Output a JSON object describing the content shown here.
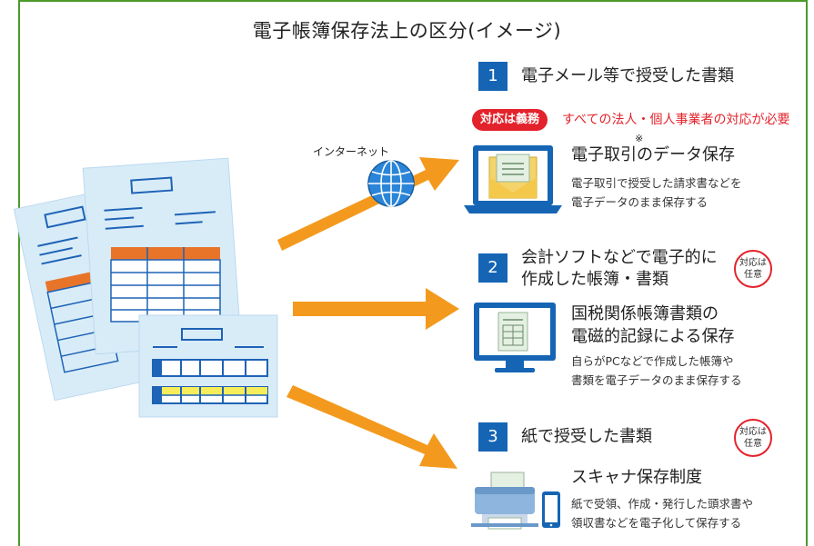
{
  "title": "電子帳簿保存法上の区分(イメージ)",
  "internet_label": "インターネット",
  "sections": [
    {
      "number": "1",
      "title_line1": "電子メール等で授受した書類",
      "badge": "対応は義務",
      "requirement": "すべての法人・個人事業者の対応が必要",
      "subtitle": "電子取引のデータ保存",
      "subtitle_note": "※",
      "desc_line1": "電子取引で授受した請求書などを",
      "desc_line2": "電子データのまま保存する"
    },
    {
      "number": "2",
      "title_line1": "会計ソフトなどで電子的に",
      "title_line2": "作成した帳簿・書類",
      "badge_line1": "対応は",
      "badge_line2": "任意",
      "subtitle_line1": "国税関係帳簿書類の",
      "subtitle_line2": "電磁的記録による保存",
      "desc_line1": "自らがPCなどで作成した帳簿や",
      "desc_line2": "書類を電子データのまま保存する"
    },
    {
      "number": "3",
      "title_line1": "紙で授受した書類",
      "badge_line1": "対応は",
      "badge_line2": "任意",
      "subtitle": "スキャナ保存制度",
      "desc_line1": "紙で受領、作成・発行した頭求書や",
      "desc_line2": "領収書などを電子化して保存する"
    }
  ],
  "colors": {
    "frame": "#4c9a2a",
    "number_box": "#1565b4",
    "arrow": "#f39a1e",
    "required": "#e3222b",
    "document_bg": "#d8ecf8",
    "document_line": "#1e63b5",
    "table_header": "#e8742a",
    "table_highlight": "#f7ec5a"
  },
  "icons": [
    "documents-illustration",
    "globe-icon",
    "laptop-mail-icon",
    "monitor-document-icon",
    "scanner-icon",
    "smartphone-icon"
  ]
}
